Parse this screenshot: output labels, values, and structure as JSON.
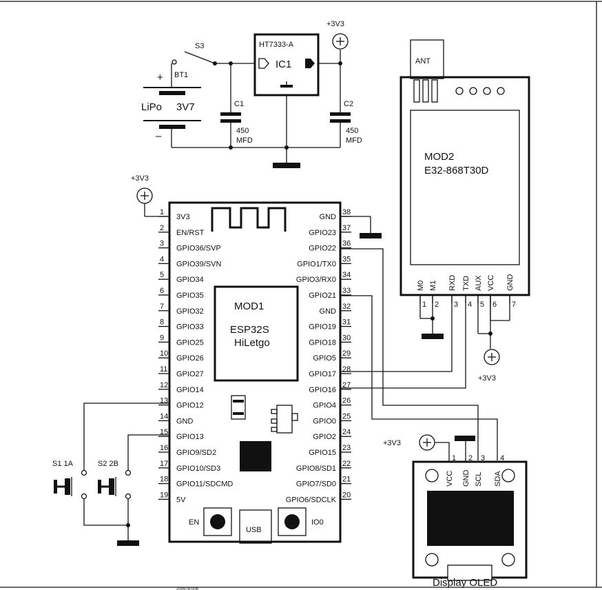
{
  "power": {
    "switch": "S3",
    "battery_ref": "BT1",
    "battery_type": "LiPo",
    "battery_voltage": "3V7",
    "plus": "+",
    "minus": "–",
    "regulator_part": "HT7333-A",
    "regulator_ref": "IC1",
    "c1_ref": "C1",
    "c2_ref": "C2",
    "cap_value": "450",
    "cap_unit": "MFD",
    "rail_label": "+3V3"
  },
  "mod1": {
    "ref": "MOD1",
    "part": "ESP32S",
    "brand": "HiLetgo",
    "left_pins": [
      {
        "num": "1",
        "name": "3V3"
      },
      {
        "num": "2",
        "name": "EN/RST"
      },
      {
        "num": "3",
        "name": "GPIO36/SVP"
      },
      {
        "num": "4",
        "name": "GPIO39/SVN"
      },
      {
        "num": "5",
        "name": "GPIO34"
      },
      {
        "num": "6",
        "name": "GPIO35"
      },
      {
        "num": "7",
        "name": "GPIO32"
      },
      {
        "num": "8",
        "name": "GPIO33"
      },
      {
        "num": "9",
        "name": "GPIO25"
      },
      {
        "num": "10",
        "name": "GPIO26"
      },
      {
        "num": "11",
        "name": "GPIO27"
      },
      {
        "num": "12",
        "name": "GPIO14"
      },
      {
        "num": "13",
        "name": "GPIO12"
      },
      {
        "num": "14",
        "name": "GND"
      },
      {
        "num": "15",
        "name": "GPIO13"
      },
      {
        "num": "16",
        "name": "GPIO9/SD2"
      },
      {
        "num": "17",
        "name": "GPIO10/SD3"
      },
      {
        "num": "18",
        "name": "GPIO11/SDCMD"
      },
      {
        "num": "19",
        "name": "5V"
      }
    ],
    "right_pins": [
      {
        "num": "38",
        "name": "GND"
      },
      {
        "num": "37",
        "name": "GPIO23"
      },
      {
        "num": "36",
        "name": "GPIO22"
      },
      {
        "num": "35",
        "name": "GPIO1/TX0"
      },
      {
        "num": "34",
        "name": "GPIO3/RX0"
      },
      {
        "num": "33",
        "name": "GPIO21"
      },
      {
        "num": "32",
        "name": "GND"
      },
      {
        "num": "31",
        "name": "GPIO19"
      },
      {
        "num": "30",
        "name": "GPIO18"
      },
      {
        "num": "29",
        "name": "GPIO5"
      },
      {
        "num": "28",
        "name": "GPIO17"
      },
      {
        "num": "27",
        "name": "GPIO16"
      },
      {
        "num": "26",
        "name": "GPIO4"
      },
      {
        "num": "25",
        "name": "GPIO0"
      },
      {
        "num": "24",
        "name": "GPIO2"
      },
      {
        "num": "23",
        "name": "GPIO15"
      },
      {
        "num": "22",
        "name": "GPIO8/SD1"
      },
      {
        "num": "21",
        "name": "GPIO7/SD0"
      },
      {
        "num": "20",
        "name": "GPIO6/SDCLK"
      }
    ],
    "en_label": "EN",
    "io0_label": "IO0",
    "usb_label": "USB"
  },
  "mod2": {
    "ref": "MOD2",
    "part": "E32-868T30D",
    "ant": "ANT",
    "pins": [
      {
        "num": "1",
        "name": "M0"
      },
      {
        "num": "2",
        "name": "M1"
      },
      {
        "num": "3",
        "name": "RXD"
      },
      {
        "num": "4",
        "name": "TXD"
      },
      {
        "num": "5",
        "name": "AUX"
      },
      {
        "num": "6",
        "name": "VCC"
      },
      {
        "num": "7",
        "name": "GND"
      }
    ],
    "vcc_label": "+3V3"
  },
  "oled": {
    "title": "Display OLED",
    "pins": [
      {
        "num": "1",
        "name": "VCC"
      },
      {
        "num": "2",
        "name": "GND"
      },
      {
        "num": "3",
        "name": "SCL"
      },
      {
        "num": "4",
        "name": "SDA"
      }
    ],
    "vcc_label": "+3V3"
  },
  "buttons": {
    "s1": "S1 1A",
    "s2": "S2 2B"
  },
  "mod1_vcc_label": "+3V3",
  "footer_code": "200578-006"
}
